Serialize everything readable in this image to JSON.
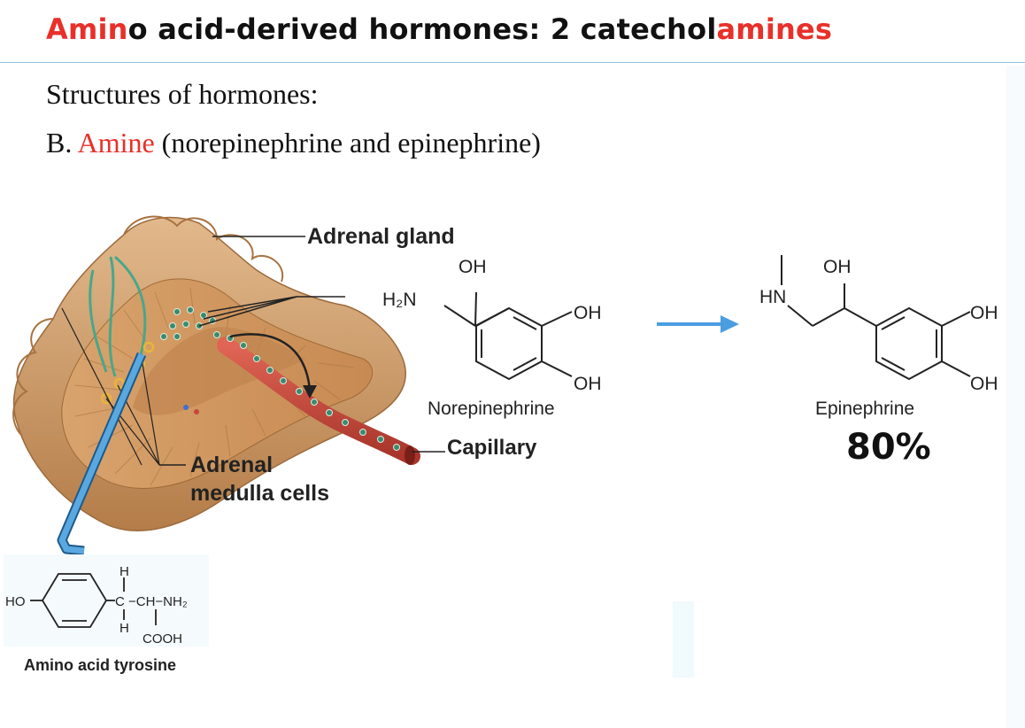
{
  "slide": {
    "title": {
      "part1": "Amin",
      "part2": "o acid-derived hormones: 2 catechol",
      "part3": "amines"
    },
    "line1": "Structures of hormones:",
    "line2": {
      "prefix": "B. ",
      "highlight": "Amine",
      "rest": " (norepinephrine and epinephrine)"
    }
  },
  "diagram": {
    "adrenal_gland_label": "Adrenal gland",
    "medulla_label_line1": "Adrenal",
    "medulla_label_line2": "medulla cells",
    "capillary_label": "Capillary"
  },
  "norepinephrine": {
    "name": "Norepinephrine",
    "oh_top": "OH",
    "amine": "H₂N",
    "oh_right1": "OH",
    "oh_right2": "OH"
  },
  "epinephrine": {
    "name": "Epinephrine",
    "percent": "80%",
    "oh_top": "OH",
    "amine": "HN",
    "oh_right1": "OH",
    "oh_right2": "OH"
  },
  "tyrosine": {
    "label": "Amino acid tyrosine",
    "ho": "HO",
    "h_top": "H",
    "chain": "C −CH−NH₂",
    "h_bottom": "H",
    "cooh": "COOH"
  },
  "colors": {
    "accent_red": "#e8302a",
    "arrow_blue": "#4a9ee0",
    "gland_tan": "#c9955e",
    "capillary_red": "#c9473d",
    "vesicle_green": "#3c8a6e"
  }
}
